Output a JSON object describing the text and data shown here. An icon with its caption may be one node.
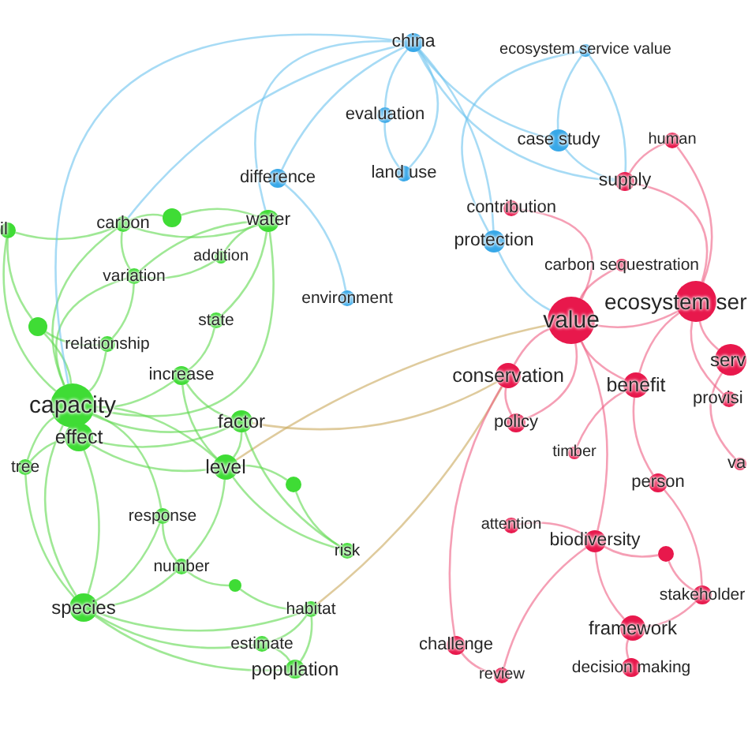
{
  "diagram": {
    "nodes": [
      {
        "text": [
          "china"
        ]
      },
      {
        "text": [
          "ecosystem service value"
        ]
      },
      {
        "text": [
          "evaluation"
        ]
      },
      {
        "text": [
          "case study"
        ]
      },
      {
        "text": [
          "human"
        ]
      },
      {
        "text": [
          "difference"
        ]
      },
      {
        "text": [
          "land use"
        ]
      },
      {
        "text": [
          "supply"
        ]
      },
      {
        "text": [
          "contribution"
        ]
      },
      {
        "text": [
          "il"
        ]
      },
      {
        "text": [
          "carbon"
        ]
      },
      {
        "text": [],
        "shape": "circle"
      },
      {
        "text": [
          "water"
        ]
      },
      {
        "text": [
          "protection"
        ]
      },
      {
        "text": [
          "addition"
        ]
      },
      {
        "text": [
          "carbon sequestration"
        ]
      },
      {
        "text": [
          "variation"
        ]
      },
      {
        "text": [
          "environment"
        ]
      },
      {
        "text": [
          "ecosystem ser"
        ]
      },
      {
        "text": [
          "value"
        ]
      },
      {
        "text": [],
        "shape": "circle"
      },
      {
        "text": [
          "state"
        ]
      },
      {
        "text": [
          "relationship"
        ]
      },
      {
        "text": [
          "serv"
        ]
      },
      {
        "text": [
          "increase"
        ]
      },
      {
        "text": [
          "conservation"
        ]
      },
      {
        "text": [
          "benefit"
        ]
      },
      {
        "text": [
          "provisi"
        ]
      },
      {
        "text": [
          "capacity"
        ]
      },
      {
        "text": [
          "factor"
        ]
      },
      {
        "text": [
          "policy"
        ]
      },
      {
        "text": [
          "effect"
        ]
      },
      {
        "text": [
          "timber"
        ]
      },
      {
        "text": [
          "va"
        ]
      },
      {
        "text": [
          "tree"
        ]
      },
      {
        "text": [
          "level"
        ]
      },
      {
        "text": [
          "person"
        ]
      },
      {
        "text": [],
        "shape": "circle"
      },
      {
        "text": [
          "response"
        ]
      },
      {
        "text": [
          "attention"
        ]
      },
      {
        "text": [
          "biodiversity"
        ]
      },
      {
        "text": [
          "risk"
        ]
      },
      {
        "text": [],
        "shape": "circle"
      },
      {
        "text": [
          "number"
        ]
      },
      {
        "text": [],
        "shape": "circle"
      },
      {
        "text": [
          "stakeholder"
        ]
      },
      {
        "text": [
          "species"
        ]
      },
      {
        "text": [
          "habitat"
        ]
      },
      {
        "text": [
          "framework"
        ]
      },
      {
        "text": [
          "estimate"
        ]
      },
      {
        "text": [
          "challenge"
        ]
      },
      {
        "text": [
          "population"
        ]
      },
      {
        "text": [
          "decision making"
        ]
      },
      {
        "text": [
          "review"
        ]
      }
    ],
    "edges": [
      {
        "from": 28,
        "to": 34,
        "arrow": "none"
      },
      {
        "from": 28,
        "to": 46,
        "arrow": "none"
      },
      {
        "from": 28,
        "to": 22,
        "arrow": "none"
      },
      {
        "from": 28,
        "to": 24,
        "arrow": "none"
      },
      {
        "from": 28,
        "to": 16,
        "arrow": "none"
      },
      {
        "from": 28,
        "to": 20,
        "arrow": "none"
      },
      {
        "from": 28,
        "to": 9,
        "arrow": "none"
      },
      {
        "from": 28,
        "to": 10,
        "arrow": "none"
      },
      {
        "from": 28,
        "to": 35,
        "arrow": "none"
      },
      {
        "from": 28,
        "to": 29,
        "arrow": "none"
      },
      {
        "from": 28,
        "to": 12,
        "arrow": "none"
      },
      {
        "from": 28,
        "to": 38,
        "arrow": "none"
      },
      {
        "from": 46,
        "to": 31,
        "arrow": "none"
      },
      {
        "from": 46,
        "to": 38,
        "arrow": "none"
      },
      {
        "from": 46,
        "to": 43,
        "arrow": "none"
      },
      {
        "from": 46,
        "to": 49,
        "arrow": "none"
      },
      {
        "from": 46,
        "to": 51,
        "arrow": "none"
      },
      {
        "from": 46,
        "to": 47,
        "arrow": "none"
      },
      {
        "from": 51,
        "to": 49,
        "arrow": "none"
      },
      {
        "from": 51,
        "to": 47,
        "arrow": "none"
      },
      {
        "from": 35,
        "to": 29,
        "arrow": "none"
      },
      {
        "from": 35,
        "to": 24,
        "arrow": "none"
      },
      {
        "from": 35,
        "to": 43,
        "arrow": "none"
      },
      {
        "from": 35,
        "to": 41,
        "arrow": "none"
      },
      {
        "from": 12,
        "to": 10,
        "arrow": "none"
      },
      {
        "from": 12,
        "to": 14,
        "arrow": "none"
      },
      {
        "from": 12,
        "to": 21,
        "arrow": "none"
      },
      {
        "from": 12,
        "to": 11,
        "arrow": "none"
      },
      {
        "from": 9,
        "to": 10,
        "arrow": "none"
      },
      {
        "from": 9,
        "to": 20,
        "arrow": "none"
      },
      {
        "from": 10,
        "to": 16,
        "arrow": "none"
      },
      {
        "from": 31,
        "to": 35,
        "arrow": "none"
      },
      {
        "from": 31,
        "to": 29,
        "arrow": "none"
      },
      {
        "from": 44,
        "to": 47,
        "arrow": "none"
      },
      {
        "from": 37,
        "to": 41,
        "arrow": "none"
      },
      {
        "from": 29,
        "to": 25,
        "arrow": "none",
        "color": "#c9a95c"
      },
      {
        "from": 35,
        "to": 19,
        "arrow": "none",
        "color": "#c9a95c"
      },
      {
        "from": 47,
        "to": 25,
        "arrow": "none",
        "color": "#c9a95c"
      },
      {
        "from": 0,
        "to": 2,
        "arrow": "none",
        "color": "#6cc3ee"
      },
      {
        "from": 0,
        "to": 5,
        "arrow": "none",
        "color": "#6cc3ee"
      },
      {
        "from": 0,
        "to": 6,
        "arrow": "none",
        "color": "#6cc3ee"
      },
      {
        "from": 0,
        "to": 3,
        "arrow": "none",
        "color": "#6cc3ee"
      },
      {
        "from": 0,
        "to": 12,
        "arrow": "none",
        "color": "#6cc3ee"
      },
      {
        "from": 0,
        "to": 10,
        "arrow": "none",
        "color": "#6cc3ee"
      },
      {
        "from": 0,
        "to": 28,
        "arrow": "none",
        "color": "#6cc3ee"
      },
      {
        "from": 0,
        "to": 7,
        "arrow": "none",
        "color": "#6cc3ee"
      },
      {
        "from": 0,
        "to": 13,
        "arrow": "none",
        "color": "#6cc3ee"
      },
      {
        "from": 1,
        "to": 3,
        "arrow": "none",
        "color": "#6cc3ee"
      },
      {
        "from": 1,
        "to": 13,
        "arrow": "none",
        "color": "#6cc3ee"
      },
      {
        "from": 1,
        "to": 7,
        "arrow": "none",
        "color": "#6cc3ee"
      },
      {
        "from": 2,
        "to": 6,
        "arrow": "none",
        "color": "#6cc3ee"
      },
      {
        "from": 5,
        "to": 17,
        "arrow": "none",
        "color": "#6cc3ee"
      },
      {
        "from": 3,
        "to": 7,
        "arrow": "none",
        "color": "#6cc3ee"
      },
      {
        "from": 13,
        "to": 19,
        "arrow": "none",
        "color": "#6cc3ee"
      },
      {
        "from": 19,
        "to": 18,
        "arrow": "none",
        "color": "#ef5f84"
      },
      {
        "from": 19,
        "to": 25,
        "arrow": "none",
        "color": "#ef5f84"
      },
      {
        "from": 19,
        "to": 26,
        "arrow": "none",
        "color": "#ef5f84"
      },
      {
        "from": 19,
        "to": 15,
        "arrow": "none",
        "color": "#ef5f84"
      },
      {
        "from": 19,
        "to": 8,
        "arrow": "none",
        "color": "#ef5f84"
      },
      {
        "from": 19,
        "to": 30,
        "arrow": "none",
        "color": "#ef5f84"
      },
      {
        "from": 19,
        "to": 40,
        "arrow": "none",
        "color": "#ef5f84"
      },
      {
        "from": 18,
        "to": 26,
        "arrow": "none",
        "color": "#ef5f84"
      },
      {
        "from": 18,
        "to": 23,
        "arrow": "none",
        "color": "#ef5f84"
      },
      {
        "from": 18,
        "to": 27,
        "arrow": "none",
        "color": "#ef5f84"
      },
      {
        "from": 18,
        "to": 7,
        "arrow": "none",
        "color": "#ef5f84"
      },
      {
        "from": 18,
        "to": 4,
        "arrow": "none",
        "color": "#ef5f84"
      },
      {
        "from": 36,
        "to": 45,
        "arrow": "none",
        "color": "#ef5f84"
      },
      {
        "from": 40,
        "to": 42,
        "arrow": "none",
        "color": "#ef5f84"
      },
      {
        "from": 25,
        "to": 30,
        "arrow": "none",
        "color": "#ef5f84"
      },
      {
        "from": 25,
        "to": 50,
        "arrow": "none",
        "color": "#ef5f84"
      },
      {
        "from": 26,
        "to": 36,
        "arrow": "none",
        "color": "#ef5f84"
      },
      {
        "from": 26,
        "to": 32,
        "arrow": "none",
        "color": "#ef5f84"
      },
      {
        "from": 40,
        "to": 48,
        "arrow": "none",
        "color": "#ef5f84"
      },
      {
        "from": 40,
        "to": 39,
        "arrow": "none",
        "color": "#ef5f84"
      },
      {
        "from": 48,
        "to": 52,
        "arrow": "none",
        "color": "#ef5f84"
      },
      {
        "from": 48,
        "to": 45,
        "arrow": "none",
        "color": "#ef5f84"
      },
      {
        "from": 50,
        "to": 53,
        "arrow": "none",
        "color": "#ef5f84"
      },
      {
        "from": 40,
        "to": 53,
        "arrow": "none",
        "color": "#ef5f84"
      },
      {
        "from": 42,
        "to": 45,
        "arrow": "none",
        "color": "#ef5f84"
      },
      {
        "from": 23,
        "to": 33,
        "arrow": "none",
        "color": "#ef5f84"
      },
      {
        "from": 4,
        "to": 7,
        "arrow": "none",
        "color": "#ef5f84"
      },
      {
        "from": 24,
        "to": 21,
        "arrow": "none"
      },
      {
        "from": 22,
        "to": 16,
        "arrow": "none"
      },
      {
        "from": 29,
        "to": 41,
        "arrow": "none"
      },
      {
        "from": 43,
        "to": 44,
        "arrow": "none"
      },
      {
        "from": 49,
        "to": 47,
        "arrow": "none"
      },
      {
        "from": 31,
        "to": 34,
        "arrow": "none"
      },
      {
        "from": 37,
        "to": 35,
        "arrow": "none"
      },
      {
        "from": 16,
        "to": 14,
        "arrow": "none"
      },
      {
        "from": 24,
        "to": 29,
        "arrow": "none"
      },
      {
        "from": 38,
        "to": 43,
        "arrow": "none"
      },
      {
        "from": 20,
        "to": 22,
        "arrow": "none"
      },
      {
        "from": 11,
        "to": 10,
        "arrow": "none"
      },
      {
        "from": 34,
        "to": 46,
        "arrow": "none"
      },
      {
        "from": 12,
        "to": 16,
        "arrow": "none"
      }
    ]
  }
}
